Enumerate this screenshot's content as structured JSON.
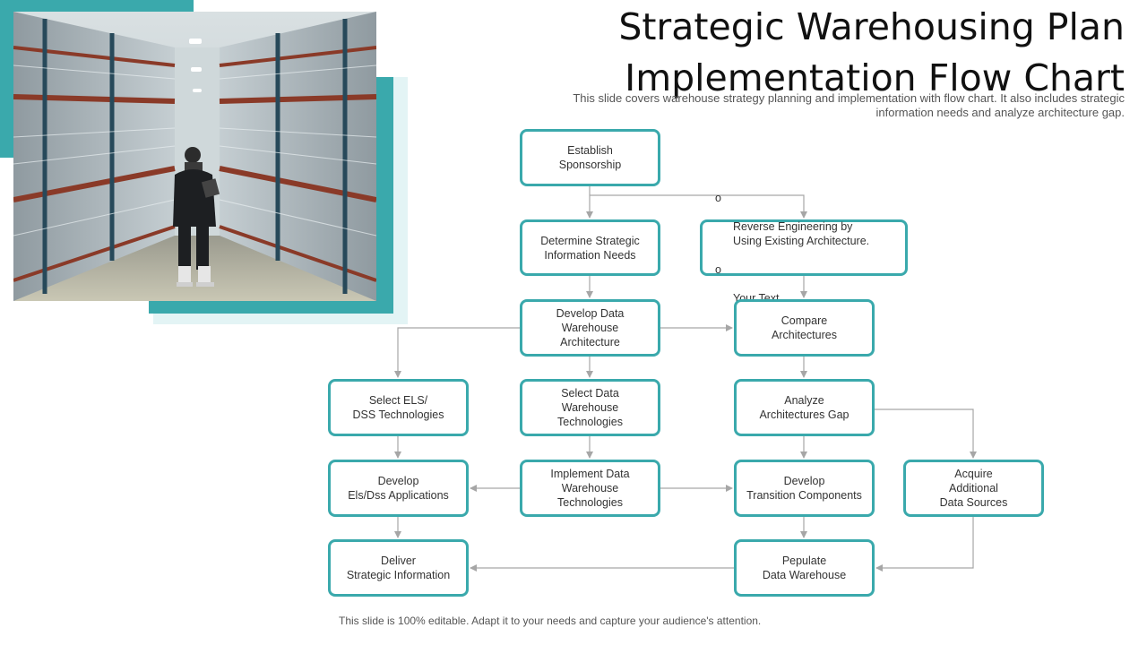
{
  "header": {
    "title": "Strategic Warehousing Plan Implementation Flow Chart",
    "subtitle": "This slide covers  warehouse strategy planning and implementation with flow chart. It also includes strategic information needs and analyze architecture gap."
  },
  "footer": {
    "text": "This slide is 100% editable. Adapt it to your needs and capture your audience's attention."
  },
  "colors": {
    "accent": "#3aa9ac",
    "accent_light": "#e3f4f5",
    "connector": "#a6a6a6"
  },
  "photo": {
    "subject": "warehouse-aisle-worker-photo"
  },
  "flow": {
    "establish_sponsorship": "Establish\nSponsorship",
    "determine_needs": "Determine Strategic\nInformation  Needs",
    "reverse_engineering": {
      "items": [
        "Reverse  Engineering by\nUsing Existing Architecture.",
        "Your Text"
      ],
      "bullet": "o"
    },
    "develop_architecture": "Develop  Data\nWarehouse\nArchitecture",
    "compare_architectures": "Compare\nArchitectures",
    "select_els": "Select ELS/\nDSS Technologies",
    "select_dw_tech": "Select Data\nWarehouse Technologies",
    "analyze_gap": "Analyze\nArchitectures Gap",
    "develop_els_apps": "Develop\nEls/Dss Applications",
    "implement_dw_tech": "Implement  Data\nWarehouse Technologies",
    "develop_transition": "Develop\nTransition Components",
    "acquire_sources": "Acquire\nAdditional\nData Sources",
    "deliver_info": "Deliver\nStrategic Information",
    "populate_dw": "Pepulate\nData Warehouse"
  }
}
